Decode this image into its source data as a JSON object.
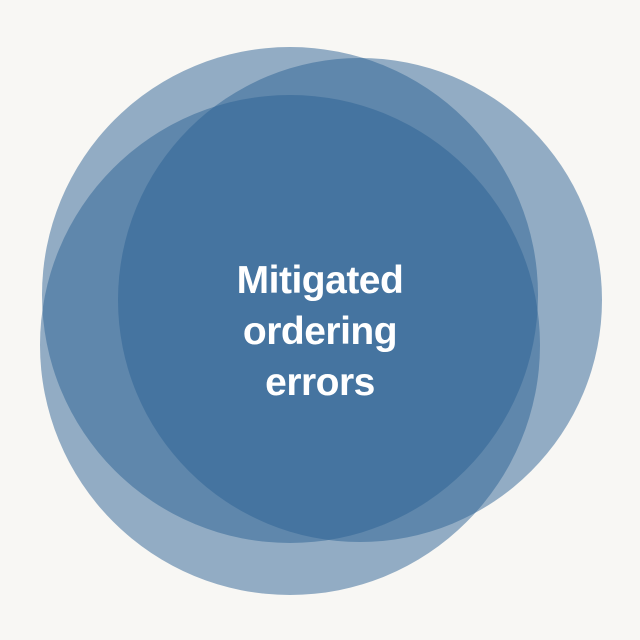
{
  "label": {
    "lines": [
      "Mitigated",
      "ordering",
      "errors"
    ]
  },
  "colors": {
    "background": "#f8f7f4",
    "circle": "#2c6194",
    "text": "#ffffff"
  }
}
